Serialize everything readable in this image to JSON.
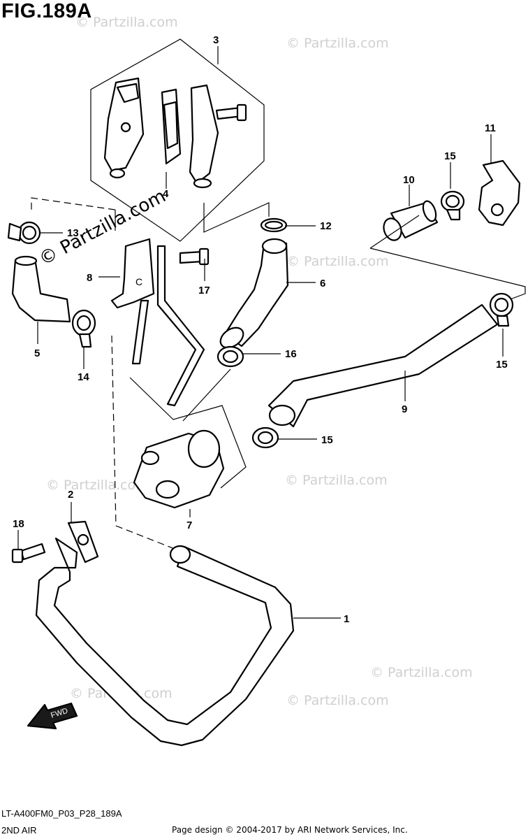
{
  "figure": {
    "title": "FIG.189A",
    "code": "LT-A400FM0_P03_P28_189A",
    "name": "2ND AIR",
    "credit": "Page design © 2004-2017 by ARI Network Services, Inc."
  },
  "watermarks": {
    "small": "© Partzilla.com",
    "large": "© Partzilla.com"
  },
  "callouts": [
    {
      "id": "c3",
      "text": "3"
    },
    {
      "id": "c11",
      "text": "11"
    },
    {
      "id": "c15a",
      "text": "15"
    },
    {
      "id": "c10",
      "text": "10"
    },
    {
      "id": "c4",
      "text": "4"
    },
    {
      "id": "c13",
      "text": "13"
    },
    {
      "id": "c12",
      "text": "12"
    },
    {
      "id": "c8",
      "text": "8"
    },
    {
      "id": "c17",
      "text": "17"
    },
    {
      "id": "c6",
      "text": "6"
    },
    {
      "id": "c5",
      "text": "5"
    },
    {
      "id": "c16",
      "text": "16"
    },
    {
      "id": "c14",
      "text": "14"
    },
    {
      "id": "c15b",
      "text": "15"
    },
    {
      "id": "c9",
      "text": "9"
    },
    {
      "id": "c15c",
      "text": "15"
    },
    {
      "id": "c2",
      "text": "2"
    },
    {
      "id": "c7",
      "text": "7"
    },
    {
      "id": "c18",
      "text": "18"
    },
    {
      "id": "c1",
      "text": "1"
    }
  ],
  "fwd_label": "FWD",
  "icons": {
    "fwd_arrow": "fwd-arrow-icon"
  }
}
